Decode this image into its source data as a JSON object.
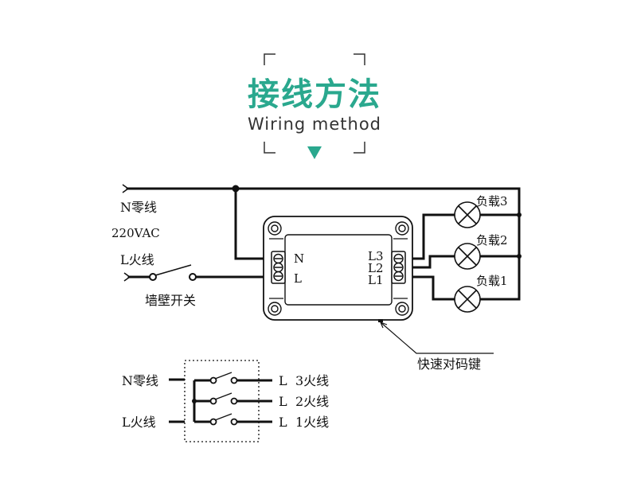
{
  "header": {
    "title_zh": "接线方法",
    "title_en": "Wiring method"
  },
  "colors": {
    "accent": "#2aa88e",
    "wire": "#111111"
  },
  "diagram": {
    "n_line_label": "N零线",
    "voltage_label": "220VAC",
    "l_line_label": "L火线",
    "wall_switch_label": "墙壁开关",
    "input_terminals": [
      "N",
      "L"
    ],
    "output_terminals": [
      "L3",
      "L2",
      "L1"
    ],
    "loads": [
      "负载3",
      "负载2",
      "负载1"
    ],
    "pairing_button_label": "快速对码键"
  },
  "schematic": {
    "n_label": "N零线",
    "l_label": "L火线",
    "outputs": [
      {
        "prefix": "L",
        "label": "3火线"
      },
      {
        "prefix": "L",
        "label": "2火线"
      },
      {
        "prefix": "L",
        "label": "1火线"
      }
    ]
  }
}
